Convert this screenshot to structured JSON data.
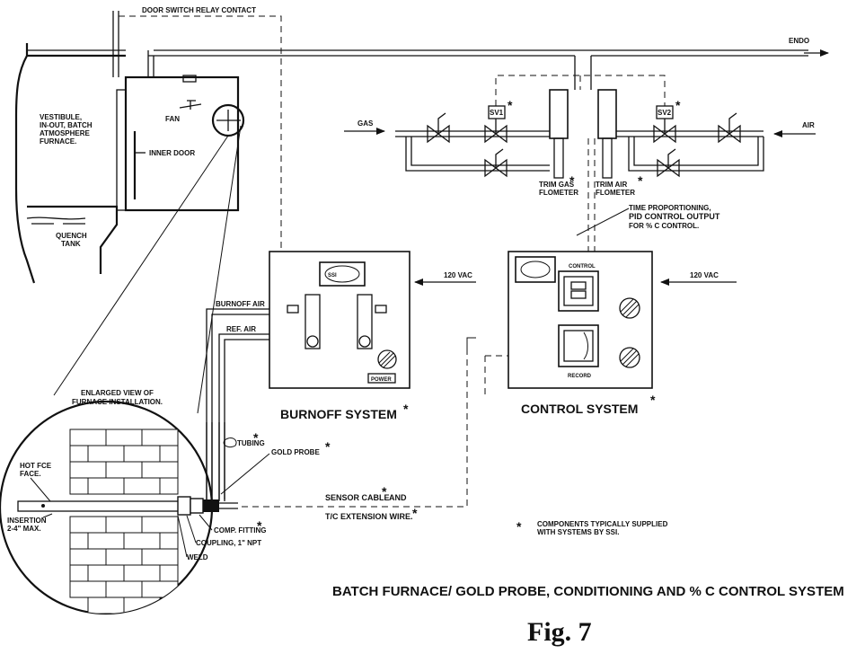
{
  "labels": {
    "door_switch": "DOOR SWITCH RELAY CONTACT",
    "endo": "ENDO",
    "gas": "GAS",
    "air": "AIR",
    "sv1": "SV1",
    "sv2": "SV2",
    "trim_gas": [
      "TRIM GAS",
      "FLOMETER"
    ],
    "trim_air": [
      "TRIM AIR",
      "FLOMETER"
    ],
    "time_prop": [
      "TIME PROPORTIONING,",
      "PID CONTROL OUTPUT",
      "FOR % C CONTROL."
    ],
    "vestibule": [
      "VESTIBULE,",
      "IN-OUT, BATCH",
      "ATMOSPHERE",
      "FURNACE."
    ],
    "fan": "FAN",
    "inner_door": "INNER DOOR",
    "quench": [
      "QUENCH",
      "TANK"
    ],
    "vac_left": "120 VAC",
    "vac_right": "120 VAC",
    "burnoff_air": "BURNOFF AIR",
    "ref_air": "REF. AIR",
    "power": "POWER",
    "control": "CONTROL",
    "record": "RECORD",
    "burnoff_system": "BURNOFF SYSTEM",
    "control_system": "CONTROL SYSTEM",
    "enlarged": [
      "ENLARGED VIEW OF",
      "FURNACE INSTALLATION."
    ],
    "tubing": "TUBING",
    "gold_probe": "GOLD PROBE",
    "hot_fce": [
      "HOT FCE",
      "FACE."
    ],
    "insertion": [
      "INSERTION",
      "2-4\" MAX."
    ],
    "comp_fitting": "COMP. FITTING",
    "coupling": "COUPLING, 1\" NPT",
    "weld": "WELD",
    "sensor_cable": "SENSOR CABLE",
    "and": "AND",
    "tc_ext": "T/C EXTENSION WIRE.",
    "components": [
      "COMPONENTS TYPICALLY SUPPLIED",
      "WITH SYSTEMS BY SSI."
    ],
    "asterisk": "*",
    "diagram_title": "BATCH FURNACE/ GOLD PROBE, CONDITIONING AND % C CONTROL SYSTEM",
    "figure": "Fig. 7"
  }
}
